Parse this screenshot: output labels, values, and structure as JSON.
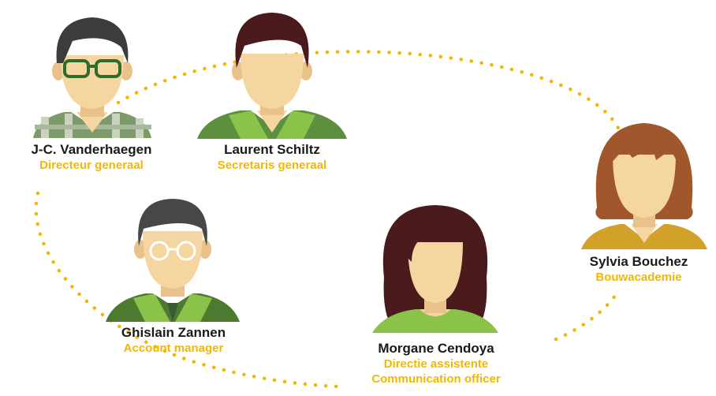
{
  "colors": {
    "skin": "#f5d5a0",
    "skin_shadow": "#e8c28a",
    "dots": "#f2b705",
    "name_text": "#1a1a1a",
    "role_text": "#f2b705"
  },
  "people": [
    {
      "name": "J-C. Vanderhaegen",
      "roles": [
        "Directeur generaal"
      ],
      "avatar": "man-glasses-icon"
    },
    {
      "name": "Laurent Schiltz",
      "roles": [
        "Secretaris generaal"
      ],
      "avatar": "man-icon"
    },
    {
      "name": "Ghislain Zannen",
      "roles": [
        "Account manager"
      ],
      "avatar": "man-round-glasses-icon"
    },
    {
      "name": "Morgane Cendoya",
      "roles": [
        "Directie assistente",
        "Communication officer"
      ],
      "avatar": "woman-long-hair-icon"
    },
    {
      "name": "Sylvia Bouchez",
      "roles": [
        "Bouwacademie"
      ],
      "avatar": "woman-bob-hair-icon"
    }
  ]
}
